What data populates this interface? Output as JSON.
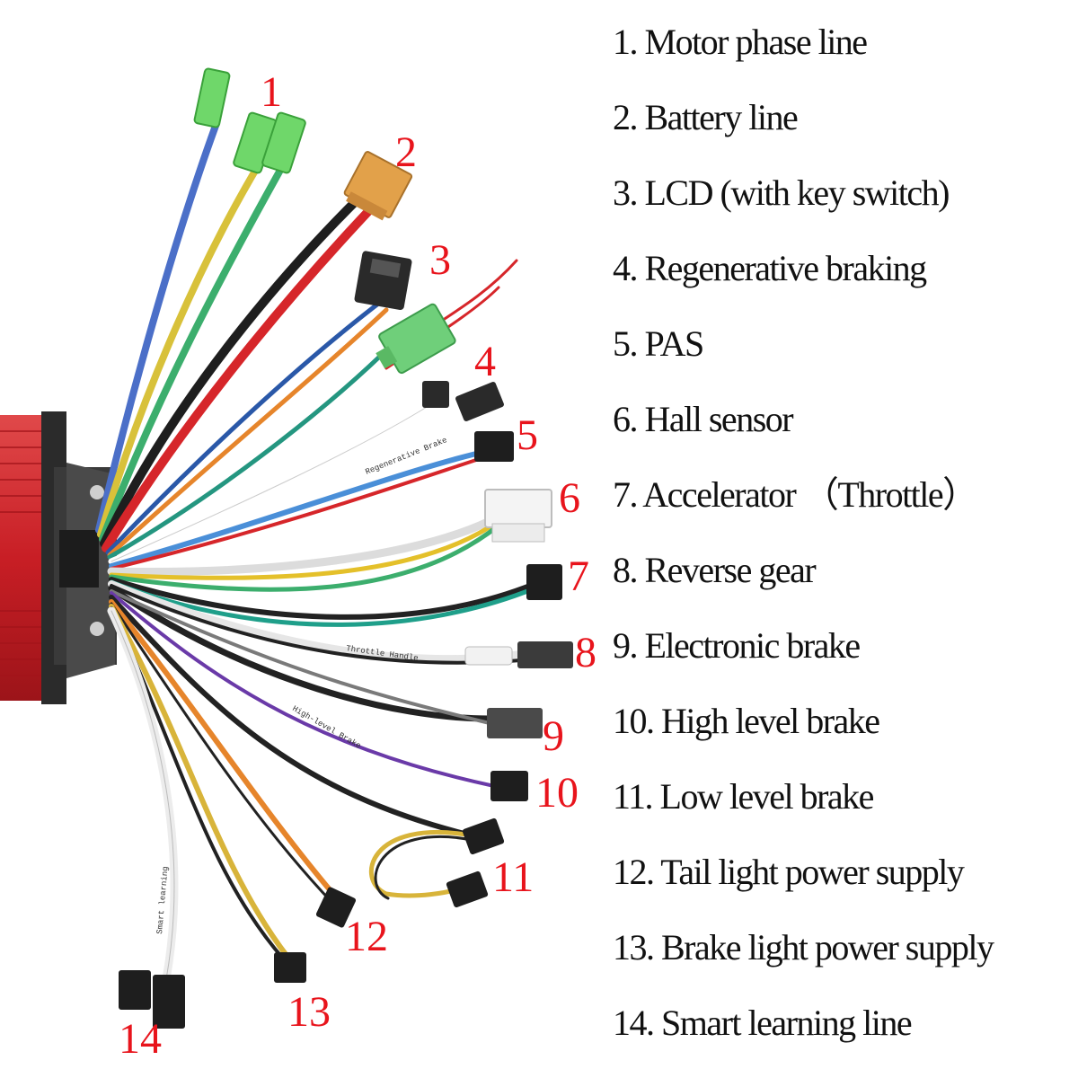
{
  "callouts": [
    "1",
    "2",
    "3",
    "4",
    "5",
    "6",
    "7",
    "8",
    "9",
    "10",
    "11",
    "12",
    "13",
    "14"
  ],
  "wire_tags": {
    "regenerative": "Regenerative Brake",
    "throttle": "Throttle Handle",
    "high_brake": "High-level Brake",
    "smart": "Smart learning"
  },
  "legend": [
    "1. Motor phase line",
    "2. Battery line",
    "3. LCD (with key switch)",
    "4. Regenerative braking",
    "5. PAS",
    "6. Hall sensor",
    "7. Accelerator （Throttle）",
    "8. Reverse gear",
    "9. Electronic brake",
    "10. High level brake",
    "11. Low level brake",
    "12. Tail light power supply",
    "13. Brake light power supply",
    "14. Smart learning line"
  ],
  "colors": {
    "housing": "#d3242b",
    "callout": "#e8141c",
    "motor_blue": "#4b6fc8",
    "motor_yellow": "#d8c13a",
    "motor_green": "#3cae6d",
    "battery_red": "#d6262a",
    "battery_black": "#1e1e1e",
    "connector_green": "#63d35a",
    "xt60_yellow": "#e2a14a"
  }
}
